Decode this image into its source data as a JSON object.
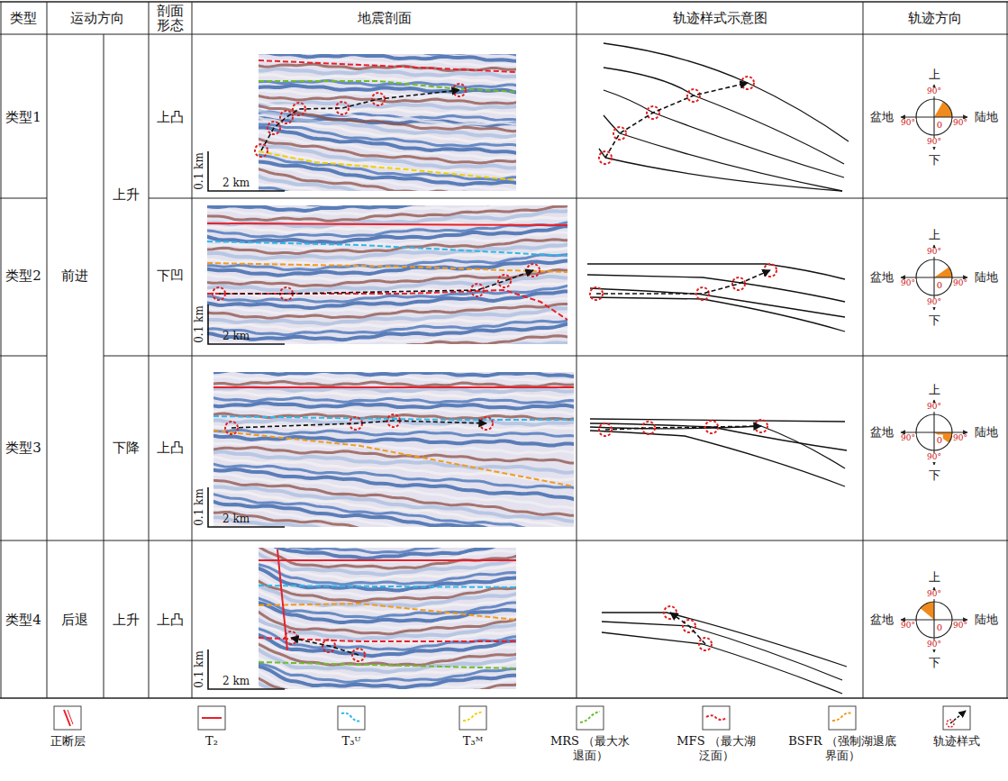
{
  "diagram": {
    "labels": [
      "类型",
      "运动方向",
      "剖面形态",
      "地震剖面",
      "轨迹样式示意图",
      "轨迹方向",
      "类型1",
      "类型2",
      "类型3",
      "类型4",
      "前进",
      "上升",
      "下降",
      "后退",
      "上升",
      "上凸",
      "下凹",
      "上凸",
      "上凸",
      "0.1 km",
      "2 km",
      "上",
      "下",
      "盆地",
      "陆地",
      "90°",
      "90°",
      "90°",
      "90°",
      "0",
      "0.1 km",
      "2 km",
      "上",
      "下",
      "盆地",
      "陆地",
      "90°",
      "90°",
      "90°",
      "90°",
      "0",
      "0.1 km",
      "2 km",
      "上",
      "下",
      "盆地",
      "陆地",
      "90°",
      "90°",
      "90°",
      "90°",
      "0",
      "0.1 km",
      "2 km",
      "上",
      "下",
      "盆地",
      "陆地",
      "90°",
      "90°",
      "90°",
      "90°",
      "0"
    ],
    "legend": [
      {
        "text": "正断层"
      },
      {
        "text": "T₂"
      },
      {
        "text": "T₃ᵁ"
      },
      {
        "text": "T₃ᴹ"
      },
      {
        "text": "MRS （最大水退面）"
      },
      {
        "text": "MFS （最大湖泛面）"
      },
      {
        "text": "BSFR （强制湖退底界面）"
      },
      {
        "text": "轨迹样式"
      }
    ]
  }
}
